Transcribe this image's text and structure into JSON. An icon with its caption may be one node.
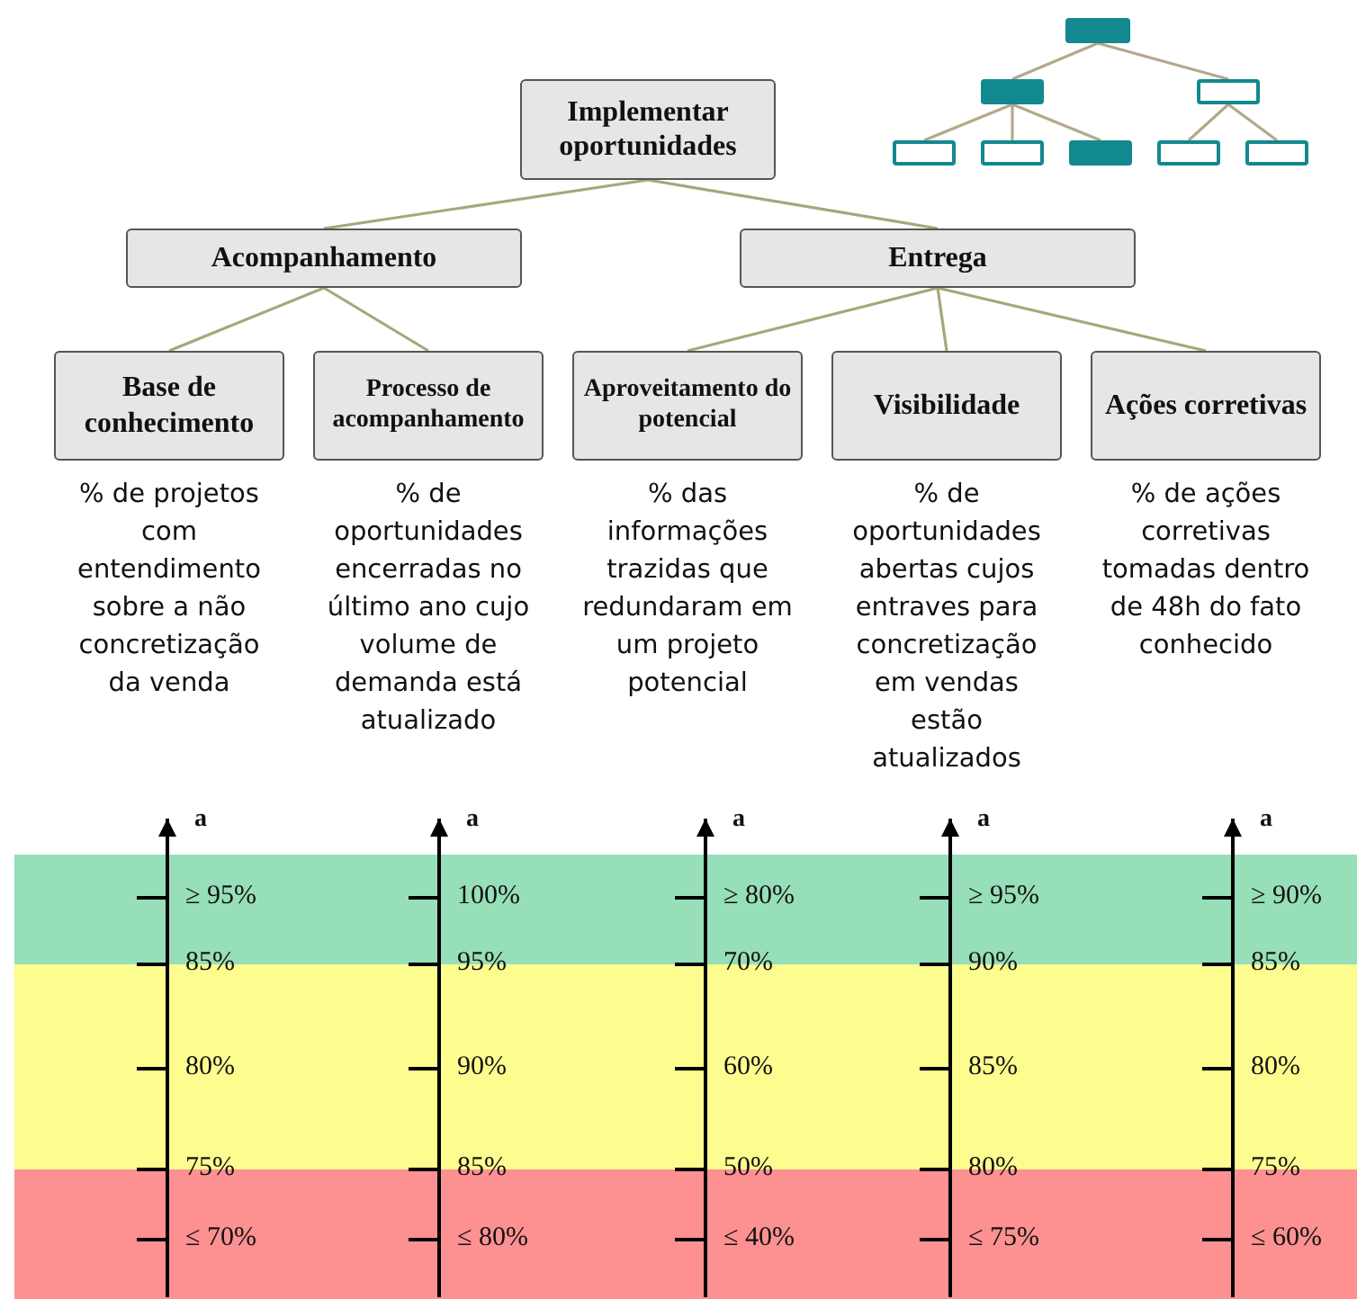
{
  "diagram": {
    "nodes": [
      {
        "text": [
          "Implementar oportunidades"
        ]
      },
      {
        "text": [
          "Acompanhamento"
        ]
      },
      {
        "text": [
          "Entrega"
        ]
      },
      {
        "text": [
          "Base de conhecimento"
        ],
        "beside": [
          "% de projetos com entendimento sobre a não concretização da venda"
        ]
      },
      {
        "text": [
          "Processo de acompanhamento"
        ],
        "beside": [
          "% de oportunidades encerradas no último ano cujo volume de demanda está atualizado"
        ]
      },
      {
        "text": [
          "Aproveitamento do potencial"
        ],
        "beside": [
          "% das informações trazidas que redundaram em um projeto potencial"
        ]
      },
      {
        "text": [
          "Visibilidade"
        ],
        "beside": [
          "% de oportunidades abertas cujos entraves para concretização em vendas estão atualizados"
        ]
      },
      {
        "text": [
          "Ações corretivas"
        ],
        "beside": [
          "% de ações corretivas tomadas dentro de 48h do fato conhecido"
        ]
      },
      {
        "text": [],
        "shape": "box"
      },
      {
        "text": [],
        "shape": "box"
      },
      {
        "text": [],
        "shape": "box"
      },
      {
        "text": [],
        "shape": "box"
      },
      {
        "text": [],
        "shape": "box"
      },
      {
        "text": [],
        "shape": "box"
      },
      {
        "text": [],
        "shape": "box"
      },
      {
        "text": [],
        "shape": "box"
      }
    ],
    "edges": [
      {
        "from": 0,
        "to": 1,
        "arrow": "none"
      },
      {
        "from": 0,
        "to": 2,
        "arrow": "none"
      },
      {
        "from": 1,
        "to": 3,
        "arrow": "none"
      },
      {
        "from": 1,
        "to": 4,
        "arrow": "none"
      },
      {
        "from": 2,
        "to": 5,
        "arrow": "none"
      },
      {
        "from": 2,
        "to": 6,
        "arrow": "none"
      },
      {
        "from": 2,
        "to": 7,
        "arrow": "none"
      },
      {
        "from": 8,
        "to": 9,
        "arrow": "none"
      },
      {
        "from": 8,
        "to": 10,
        "arrow": "none"
      },
      {
        "from": 9,
        "to": 11,
        "arrow": "none"
      },
      {
        "from": 9,
        "to": 12,
        "arrow": "none"
      },
      {
        "from": 9,
        "to": 13,
        "arrow": "none"
      },
      {
        "from": 10,
        "to": 14,
        "arrow": "none"
      },
      {
        "from": 10,
        "to": 15,
        "arrow": "none"
      }
    ],
    "labels": [
      "a",
      "a",
      "a",
      "a",
      "a",
      "≥ 95%",
      "100%",
      "≥ 80%",
      "≥ 95%",
      "≥ 90%",
      "85%",
      "95%",
      "70%",
      "90%",
      "85%",
      "80%",
      "90%",
      "60%",
      "85%",
      "80%",
      "75%",
      "85%",
      "50%",
      "80%",
      "75%",
      "≤ 70%",
      "≤ 80%",
      "≤ 40%",
      "≤ 75%",
      "≤ 60%"
    ]
  }
}
